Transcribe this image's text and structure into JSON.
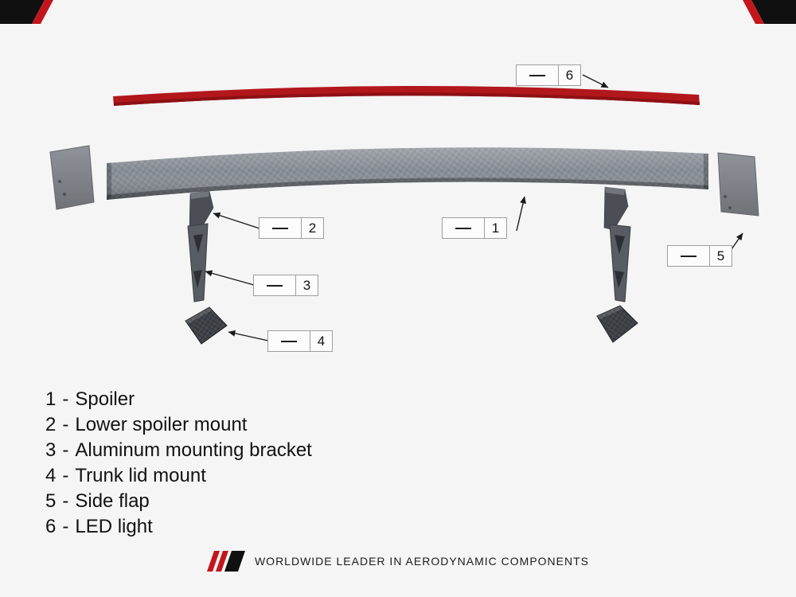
{
  "page": {
    "background_color": "#f5f5f5"
  },
  "brand": {
    "tagline": "WORLDWIDE LEADER IN AERODYNAMIC COMPONENTS",
    "accent_red": "#c3161c",
    "accent_black": "#101010"
  },
  "diagram": {
    "colors": {
      "led_strip_red": "#b2171c",
      "spoiler_carbon_gray": "#878d94",
      "hardware_dark_gray": "#4b4f55",
      "side_flap_gray": "#84888e"
    }
  },
  "legend": {
    "separator": "-",
    "items": [
      {
        "number": "1",
        "label": "Spoiler"
      },
      {
        "number": "2",
        "label": "Lower spoiler mount"
      },
      {
        "number": "3",
        "label": "Aluminum mounting bracket"
      },
      {
        "number": "4",
        "label": "Trunk lid mount"
      },
      {
        "number": "5",
        "label": "Side flap"
      },
      {
        "number": "6",
        "label": "LED light"
      }
    ]
  }
}
